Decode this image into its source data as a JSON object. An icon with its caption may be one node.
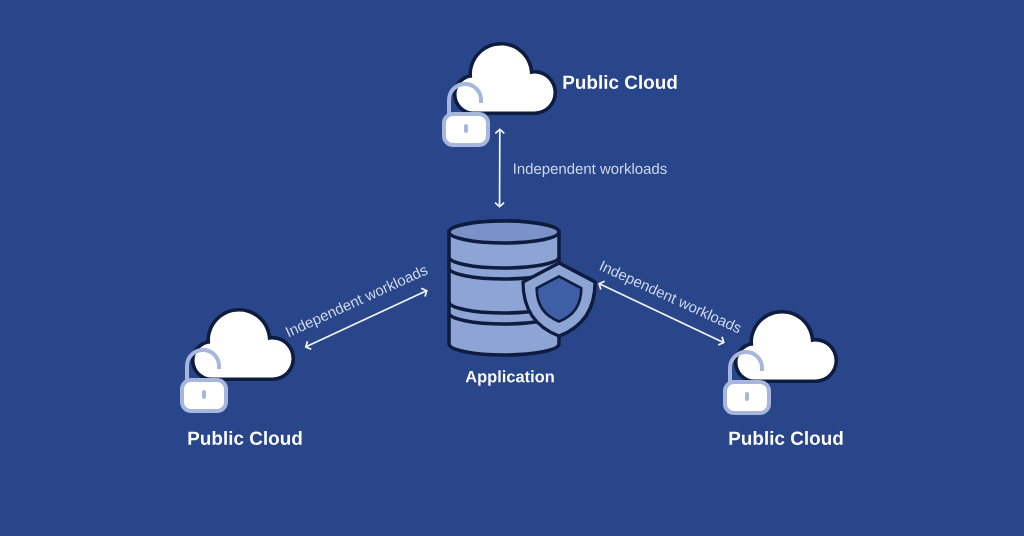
{
  "diagram": {
    "nodes": [
      {
        "text": [
          "Public Cloud"
        ]
      },
      {
        "text": [
          "Application"
        ]
      },
      {
        "text": [
          "Public Cloud"
        ]
      },
      {
        "text": [
          "Public Cloud"
        ]
      }
    ],
    "edges": [
      {
        "from": 0,
        "to": 1,
        "arrow": "both",
        "label": "Independent workloads"
      },
      {
        "from": 2,
        "to": 1,
        "arrow": "both",
        "label": "Independent workloads"
      },
      {
        "from": 1,
        "to": 3,
        "arrow": "both",
        "label": "Independent workloads"
      }
    ]
  }
}
